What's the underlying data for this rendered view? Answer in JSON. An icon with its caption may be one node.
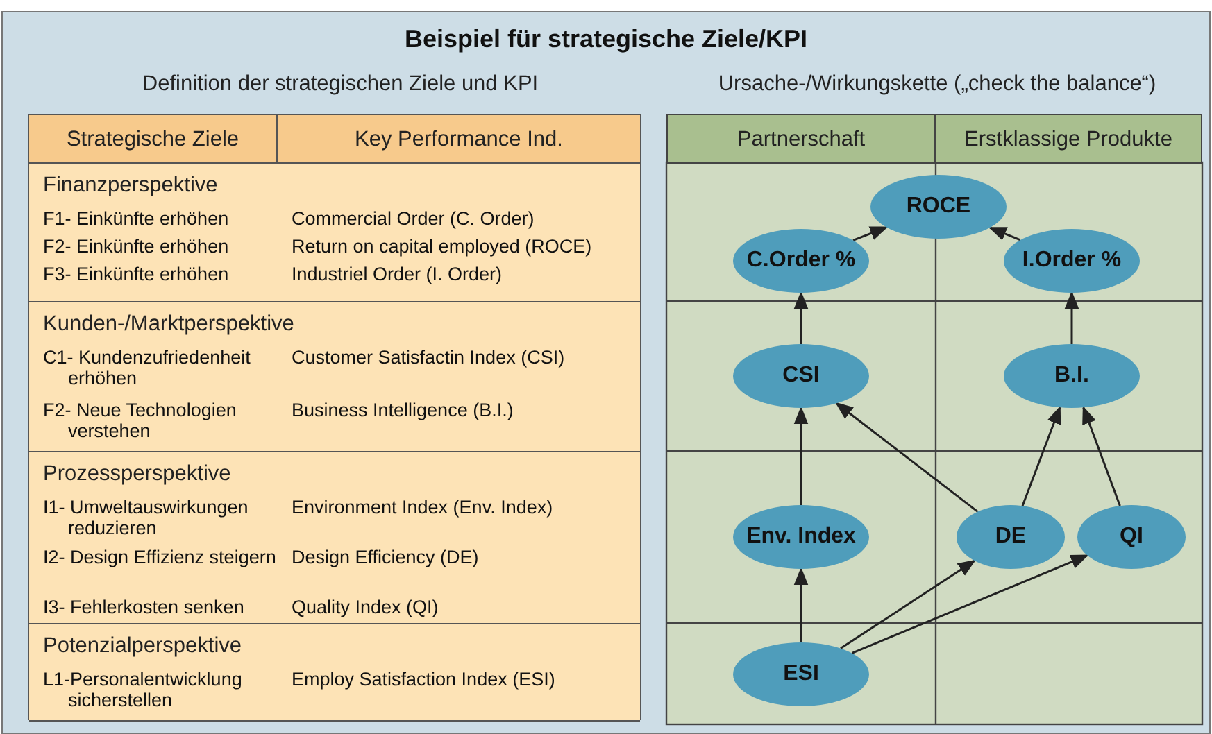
{
  "diagram": {
    "title": "Beispiel für strategische Ziele/KPI",
    "nodes": [
      {
        "text": [
          "ROCE"
        ]
      },
      {
        "text": [
          "C.Order %"
        ]
      },
      {
        "text": [
          "I.Order %"
        ]
      },
      {
        "text": [
          "CSI"
        ]
      },
      {
        "text": [
          "B.I."
        ]
      },
      {
        "text": [
          "Env. Index"
        ]
      },
      {
        "text": [
          "DE"
        ]
      },
      {
        "text": [
          "QI"
        ]
      },
      {
        "text": [
          "ESI"
        ]
      }
    ],
    "edges": [
      {
        "from": 1,
        "to": 0,
        "arrow": "to"
      },
      {
        "from": 2,
        "to": 0,
        "arrow": "to"
      },
      {
        "from": 3,
        "to": 1,
        "arrow": "to"
      },
      {
        "from": 4,
        "to": 2,
        "arrow": "to"
      },
      {
        "from": 5,
        "to": 3,
        "arrow": "to"
      },
      {
        "from": 6,
        "to": 3,
        "arrow": "to"
      },
      {
        "from": 6,
        "to": 4,
        "arrow": "to"
      },
      {
        "from": 7,
        "to": 4,
        "arrow": "to"
      },
      {
        "from": 8,
        "to": 5,
        "arrow": "to"
      },
      {
        "from": 8,
        "to": 6,
        "arrow": "to"
      },
      {
        "from": 8,
        "to": 7,
        "arrow": "to"
      }
    ],
    "labels": [
      "Definition der strategischen Ziele und KPI",
      "Ursache-/Wirkungskette („check the balance“)",
      "Strategische Ziele",
      "Key Performance Ind.",
      "Finanzperspektive",
      "F1- Einkünfte erhöhen",
      "Commercial Order (C. Order)",
      "F2- Einkünfte erhöhen",
      "Return on capital employed (ROCE)",
      "F3- Einkünfte erhöhen",
      "Industriel Order (I. Order)",
      "Kunden-/Marktperspektive",
      "C1- Kundenzufriedenheit erhöhen",
      "Customer Satisfactin Index (CSI)",
      "F2- Neue Technologien verstehen",
      "Business Intelligence (B.I.)",
      "Prozessperspektive",
      "I1- Umweltauswirkungen reduzieren",
      "Environment Index (Env. Index)",
      "I2- Design Effizienz steigern",
      "Design Efficiency (DE)",
      "I3- Fehlerkosten senken",
      "Quality Index (QI)",
      "Potenzialperspektive",
      "L1-Personalentwicklung sicherstellen",
      "Employ Satisfaction Index (ESI)",
      "Partnerschaft",
      "Erstklassige Produkte"
    ]
  }
}
